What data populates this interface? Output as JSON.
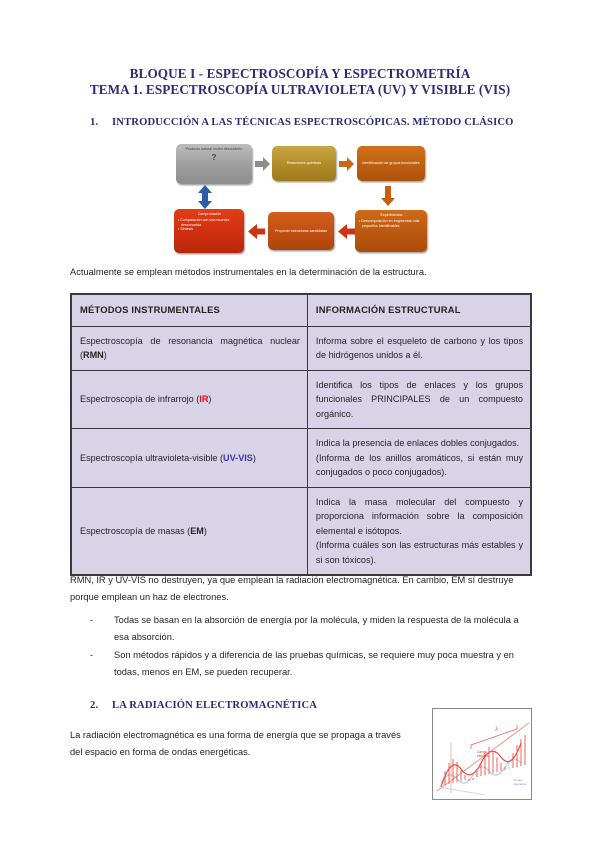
{
  "document": {
    "title_line1": "BLOQUE I - ESPECTROSCOPÍA Y ESPECTROMETRÍA",
    "title_line2": "TEMA 1. ESPECTROSCOPÍA ULTRAVIOLETA (UV)  Y VISIBLE (VIS)",
    "heading_color": "#2b2b79",
    "sections": [
      {
        "number": "1.",
        "label": "INTRODUCCIÓN A LAS TÉCNICAS ESPECTROSCÓPICAS. MÉTODO CLÁSICO"
      },
      {
        "number": "2.",
        "label": "LA RADIACIÓN ELECTROMAGNÉTICA"
      }
    ],
    "paragraphs": {
      "actualmente": "Actualmente se emplean métodos instrumentales en la determinación de la estructura.",
      "rmn_ir_uvvis": "RMN, IR y UV-VIS no destruyen, ya que emplean la radiación electromagnética. En cambio, EM sí destruye porque emplean un haz de electrones.",
      "radiacion": "La radiación electromagnética es una forma de energía que se propaga a través del espacio en forma de ondas energéticas."
    },
    "bullets": [
      "Todas se basan en la absorción de energía por la molécula, y miden la respuesta de la molécula a esa absorción.",
      "Son métodos rápidos y a diferencia de las pruebas químicas, se requiere muy poca muestra y en todas, menos en EM, se pueden recuperar."
    ],
    "bullet_marker": "-"
  },
  "flowchart": {
    "boxes": [
      {
        "id": "producto",
        "text": "Producto natural recién descubierto",
        "extra": "?",
        "color": "#9c9c9c"
      },
      {
        "id": "reacciones",
        "text": "Reacciones químicas",
        "color": "#b08b28"
      },
      {
        "id": "identificacion",
        "text": "Identificación de grupos funcionales",
        "color": "#bd5f11"
      },
      {
        "id": "experimentos",
        "title": "Experimentos",
        "items": [
          "Descomposición en fragmentos más pequeños identificables"
        ],
        "color": "#bb5810"
      },
      {
        "id": "proponer",
        "text": "Proponer estructuras candidatas",
        "color": "#c04f12"
      },
      {
        "id": "comprobacion",
        "title": "Comprobación",
        "items": [
          "Comparación con una muestra desconocida",
          "Síntesis"
        ],
        "color": "#cf2f0f"
      }
    ],
    "arrow_colors": {
      "gray": "#8e8e8e",
      "orange": "#c86a15",
      "red": "#cc3311",
      "blue": "#2b5ca8"
    }
  },
  "table": {
    "header": [
      "MÉTODOS INSTRUMENTALES",
      "INFORMACIÓN ESTRUCTURAL"
    ],
    "rows": [
      {
        "method_pre": "Espectroscopía de resonancia magnética nuclear (",
        "method_tag": "RMN",
        "method_tag_color": "#231f20",
        "method_post": ")",
        "info": "Informa sobre el esqueleto de carbono y los tipos de hidrógenos unidos a él."
      },
      {
        "method_pre": "Espectroscopía de infrarrojo (",
        "method_tag": "IR",
        "method_tag_color": "#ef0e13",
        "method_post": ")",
        "info": "Identifica los tipos de enlaces y los grupos funcionales PRINCIPALES de un compuesto orgánico."
      },
      {
        "method_pre": "Espectroscopía ultravioleta-visible (",
        "method_tag": "UV-VIS",
        "method_tag_color": "#3b38b0",
        "method_post": ")",
        "info": "Indica la presencia de enlaces dobles conjugados.\n(Informa de los anillos aromáticos, si están muy conjugados o poco conjugados)."
      },
      {
        "method_pre": "Espectroscopía de masas (",
        "method_tag": "EM",
        "method_tag_color": "#231f20",
        "method_post": ")",
        "info": "Indica la masa molecular del compuesto y proporciona información sobre la composición elemental e isótopos.\n(Informa cuáles son las estructuras más estables y si son tóxicos)."
      }
    ],
    "fill_color": "#d9d3e8",
    "border_color": "#3a3a3a"
  },
  "figure": {
    "name": "electromagnetic-wave-diagram",
    "lambda_label": "λ",
    "field_label": "Campo eléctrico",
    "axis_label": "Campo magnético",
    "wave_color": "#e8544a",
    "secondary_color": "#9fb6dd"
  }
}
